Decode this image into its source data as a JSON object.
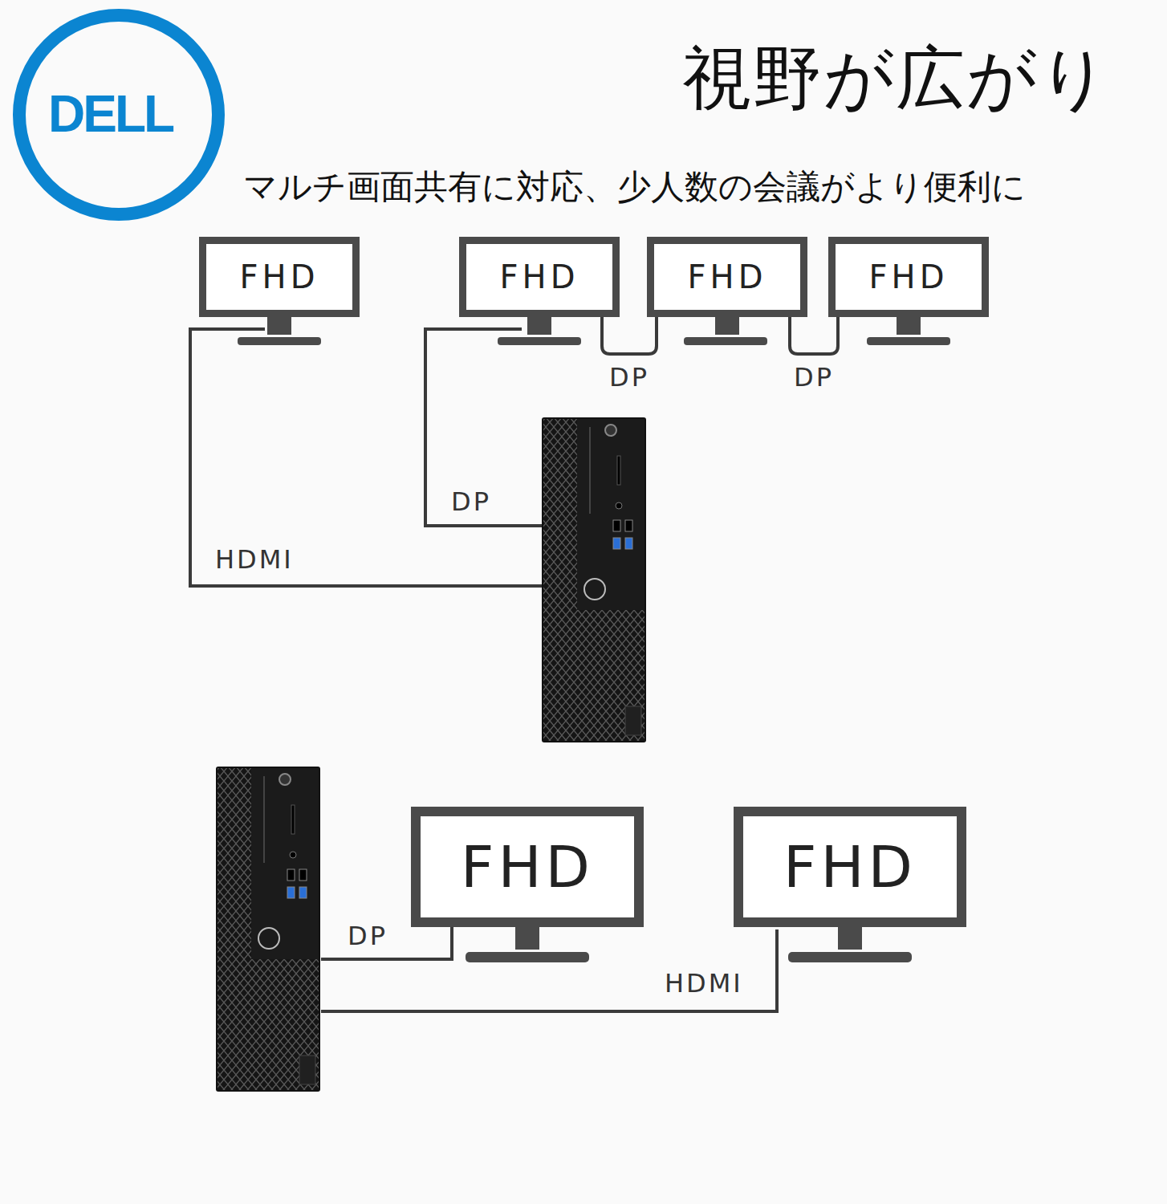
{
  "diagram": {
    "title": "視野が広がり",
    "nodes": [
      {
        "text": [
          "FHD"
        ]
      },
      {
        "text": [
          "FHD"
        ]
      },
      {
        "text": [
          "FHD"
        ]
      },
      {
        "text": [
          "FHD"
        ]
      },
      {
        "text": [
          "FHD"
        ]
      },
      {
        "text": [
          "FHD"
        ]
      }
    ],
    "edges": [
      {
        "from": 1,
        "to": 2,
        "label": "DP",
        "arrow": "none"
      },
      {
        "from": 2,
        "to": 3,
        "label": "DP",
        "arrow": "none"
      }
    ],
    "labels": [
      "DELL",
      "マルチ画面共有に対応、少人数の会議がより便利に",
      "DP",
      "HDMI",
      "DP",
      "HDMI"
    ]
  }
}
